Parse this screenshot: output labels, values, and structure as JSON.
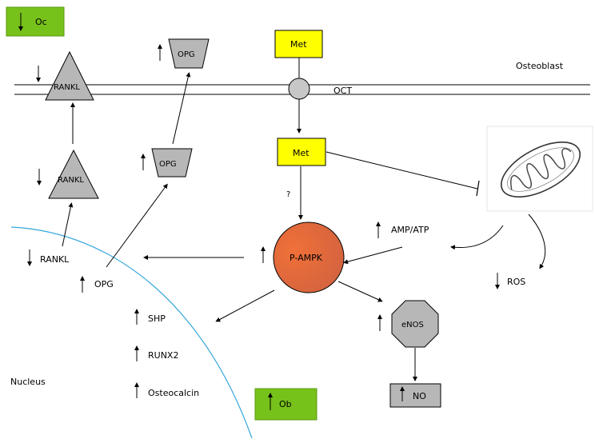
{
  "labels": {
    "oc": "Oc",
    "ob": "Ob",
    "rankl_top": "RANKL",
    "rankl_mid": "RANKL",
    "rankl_nucleus": "RANKL",
    "opg_top": "OPG",
    "opg_mid": "OPG",
    "opg_nucleus": "OPG",
    "met_top": "Met",
    "met_inside": "Met",
    "oct": "OCT",
    "osteoblast": "Osteoblast",
    "question": "?",
    "pampk": "P-AMPK",
    "amp_atp": "AMP/ATP",
    "ros": "ROS",
    "enos": "eNOS",
    "no": "NO",
    "shp": "SHP",
    "runx2": "RUNX2",
    "osteocalcin": "Osteocalcin",
    "nucleus": "Nucleus"
  },
  "colors": {
    "green": "#77c11b",
    "yellow": "#ffff00",
    "gray": "#b7b7b7",
    "orange": "#e8683a",
    "nucleus_line": "#35a7dc"
  }
}
